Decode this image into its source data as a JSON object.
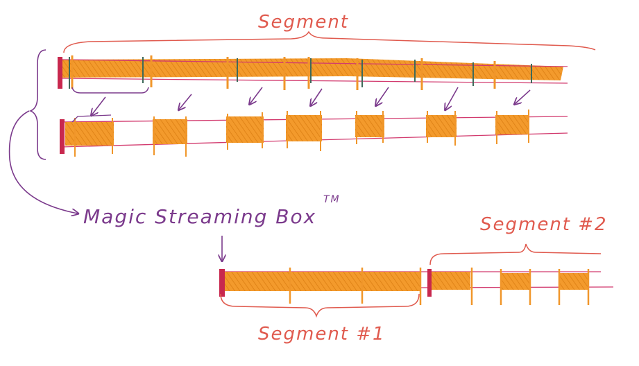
{
  "labels": {
    "top_segment": "Segment",
    "magic_box": "Magic Streaming Box",
    "trademark": "TM",
    "segment_1": "Segment #1",
    "segment_2": "Segment #2"
  },
  "colors": {
    "stream_fill": "#f0962a",
    "line": "#d23a6e",
    "keyframe": "#c8284e",
    "marker_dark": "#3e6a5a",
    "arrow_purple": "#7b3a8c",
    "label_red": "#e05a4e"
  }
}
